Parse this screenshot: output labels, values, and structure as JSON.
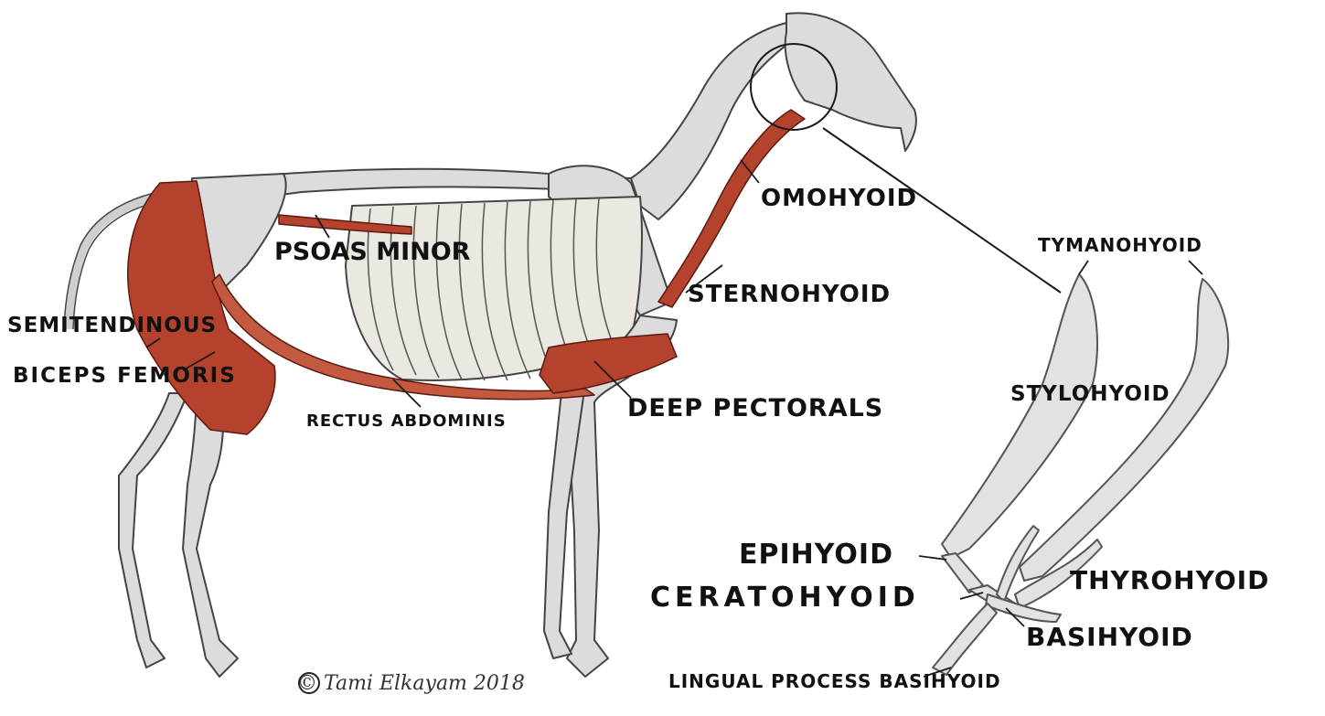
{
  "diagram": {
    "colors": {
      "bone": "#dcdcdc",
      "bone_outline": "#444444",
      "muscle": "#b5422c",
      "leader": "#1a1a1a"
    },
    "labels": {
      "omohyoid": "OMOHYOID",
      "tymanohyoid": "TYMANOHYOID",
      "psoas_minor": "PSOAS MINOR",
      "sternohyoid": "STERNOHYOID",
      "semitendinous": "SEMITENDINOUS",
      "biceps_femoris": "BICEPS FEMORIS",
      "stylohyoid": "STYLOHYOID",
      "rectus_abdominis": "RECTUS ABDOMINIS",
      "deep_pectorals": "DEEP PECTORALS",
      "epihyoid": "EPIHYOID",
      "ceratohyoid": "CERATOHYOID",
      "thyrohyoid": "THYROHYOID",
      "basihyoid": "BASIHYOID",
      "lingual_process_basihyoid": "LINGUAL PROCESS BASIHYOID"
    },
    "signature": "© Tami Elkayam 2018"
  }
}
